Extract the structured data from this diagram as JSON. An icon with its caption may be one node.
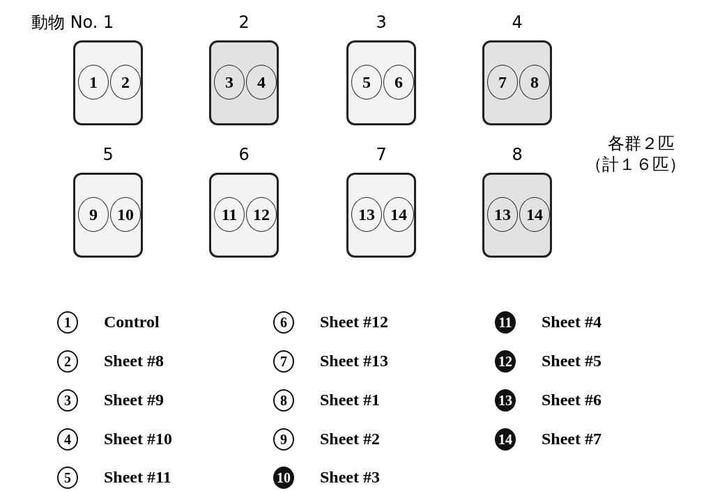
{
  "diagram": {
    "nodes": [
      {
        "text": [
          "動物 No. 1"
        ]
      },
      {
        "text": [
          "1"
        ],
        "in": 0
      },
      {
        "text": [
          "2"
        ],
        "in": 0
      },
      {
        "text": [
          "2"
        ]
      },
      {
        "text": [
          "3"
        ],
        "in": 3
      },
      {
        "text": [
          "4"
        ],
        "in": 3
      },
      {
        "text": [
          "3"
        ]
      },
      {
        "text": [
          "5"
        ],
        "in": 6
      },
      {
        "text": [
          "6"
        ],
        "in": 6
      },
      {
        "text": [
          "4"
        ]
      },
      {
        "text": [
          "7"
        ],
        "in": 9
      },
      {
        "text": [
          "8"
        ],
        "in": 9
      },
      {
        "text": [
          "5"
        ]
      },
      {
        "text": [
          "9"
        ],
        "in": 12
      },
      {
        "text": [
          "10"
        ],
        "in": 12
      },
      {
        "text": [
          "6"
        ]
      },
      {
        "text": [
          "11"
        ],
        "in": 15
      },
      {
        "text": [
          "12"
        ],
        "in": 15
      },
      {
        "text": [
          "7"
        ]
      },
      {
        "text": [
          "13"
        ],
        "in": 18
      },
      {
        "text": [
          "14"
        ],
        "in": 18
      },
      {
        "text": [
          "8"
        ]
      },
      {
        "text": [
          "13"
        ],
        "in": 21
      },
      {
        "text": [
          "14"
        ],
        "in": 21
      }
    ],
    "edges": [],
    "labels": [
      "各群２匹",
      "（計１６匹）",
      "1",
      "Control",
      "6",
      "Sheet #12",
      "11",
      "Sheet #4",
      "2",
      "Sheet #8",
      "7",
      "Sheet #13",
      "12",
      "Sheet #5",
      "3",
      "Sheet #9",
      "8",
      "Sheet #1",
      "13",
      "Sheet #6",
      "4",
      "Sheet #10",
      "9",
      "Sheet #2",
      "14",
      "Sheet #7",
      "5",
      "Sheet #11",
      "10",
      "Sheet #3"
    ]
  }
}
